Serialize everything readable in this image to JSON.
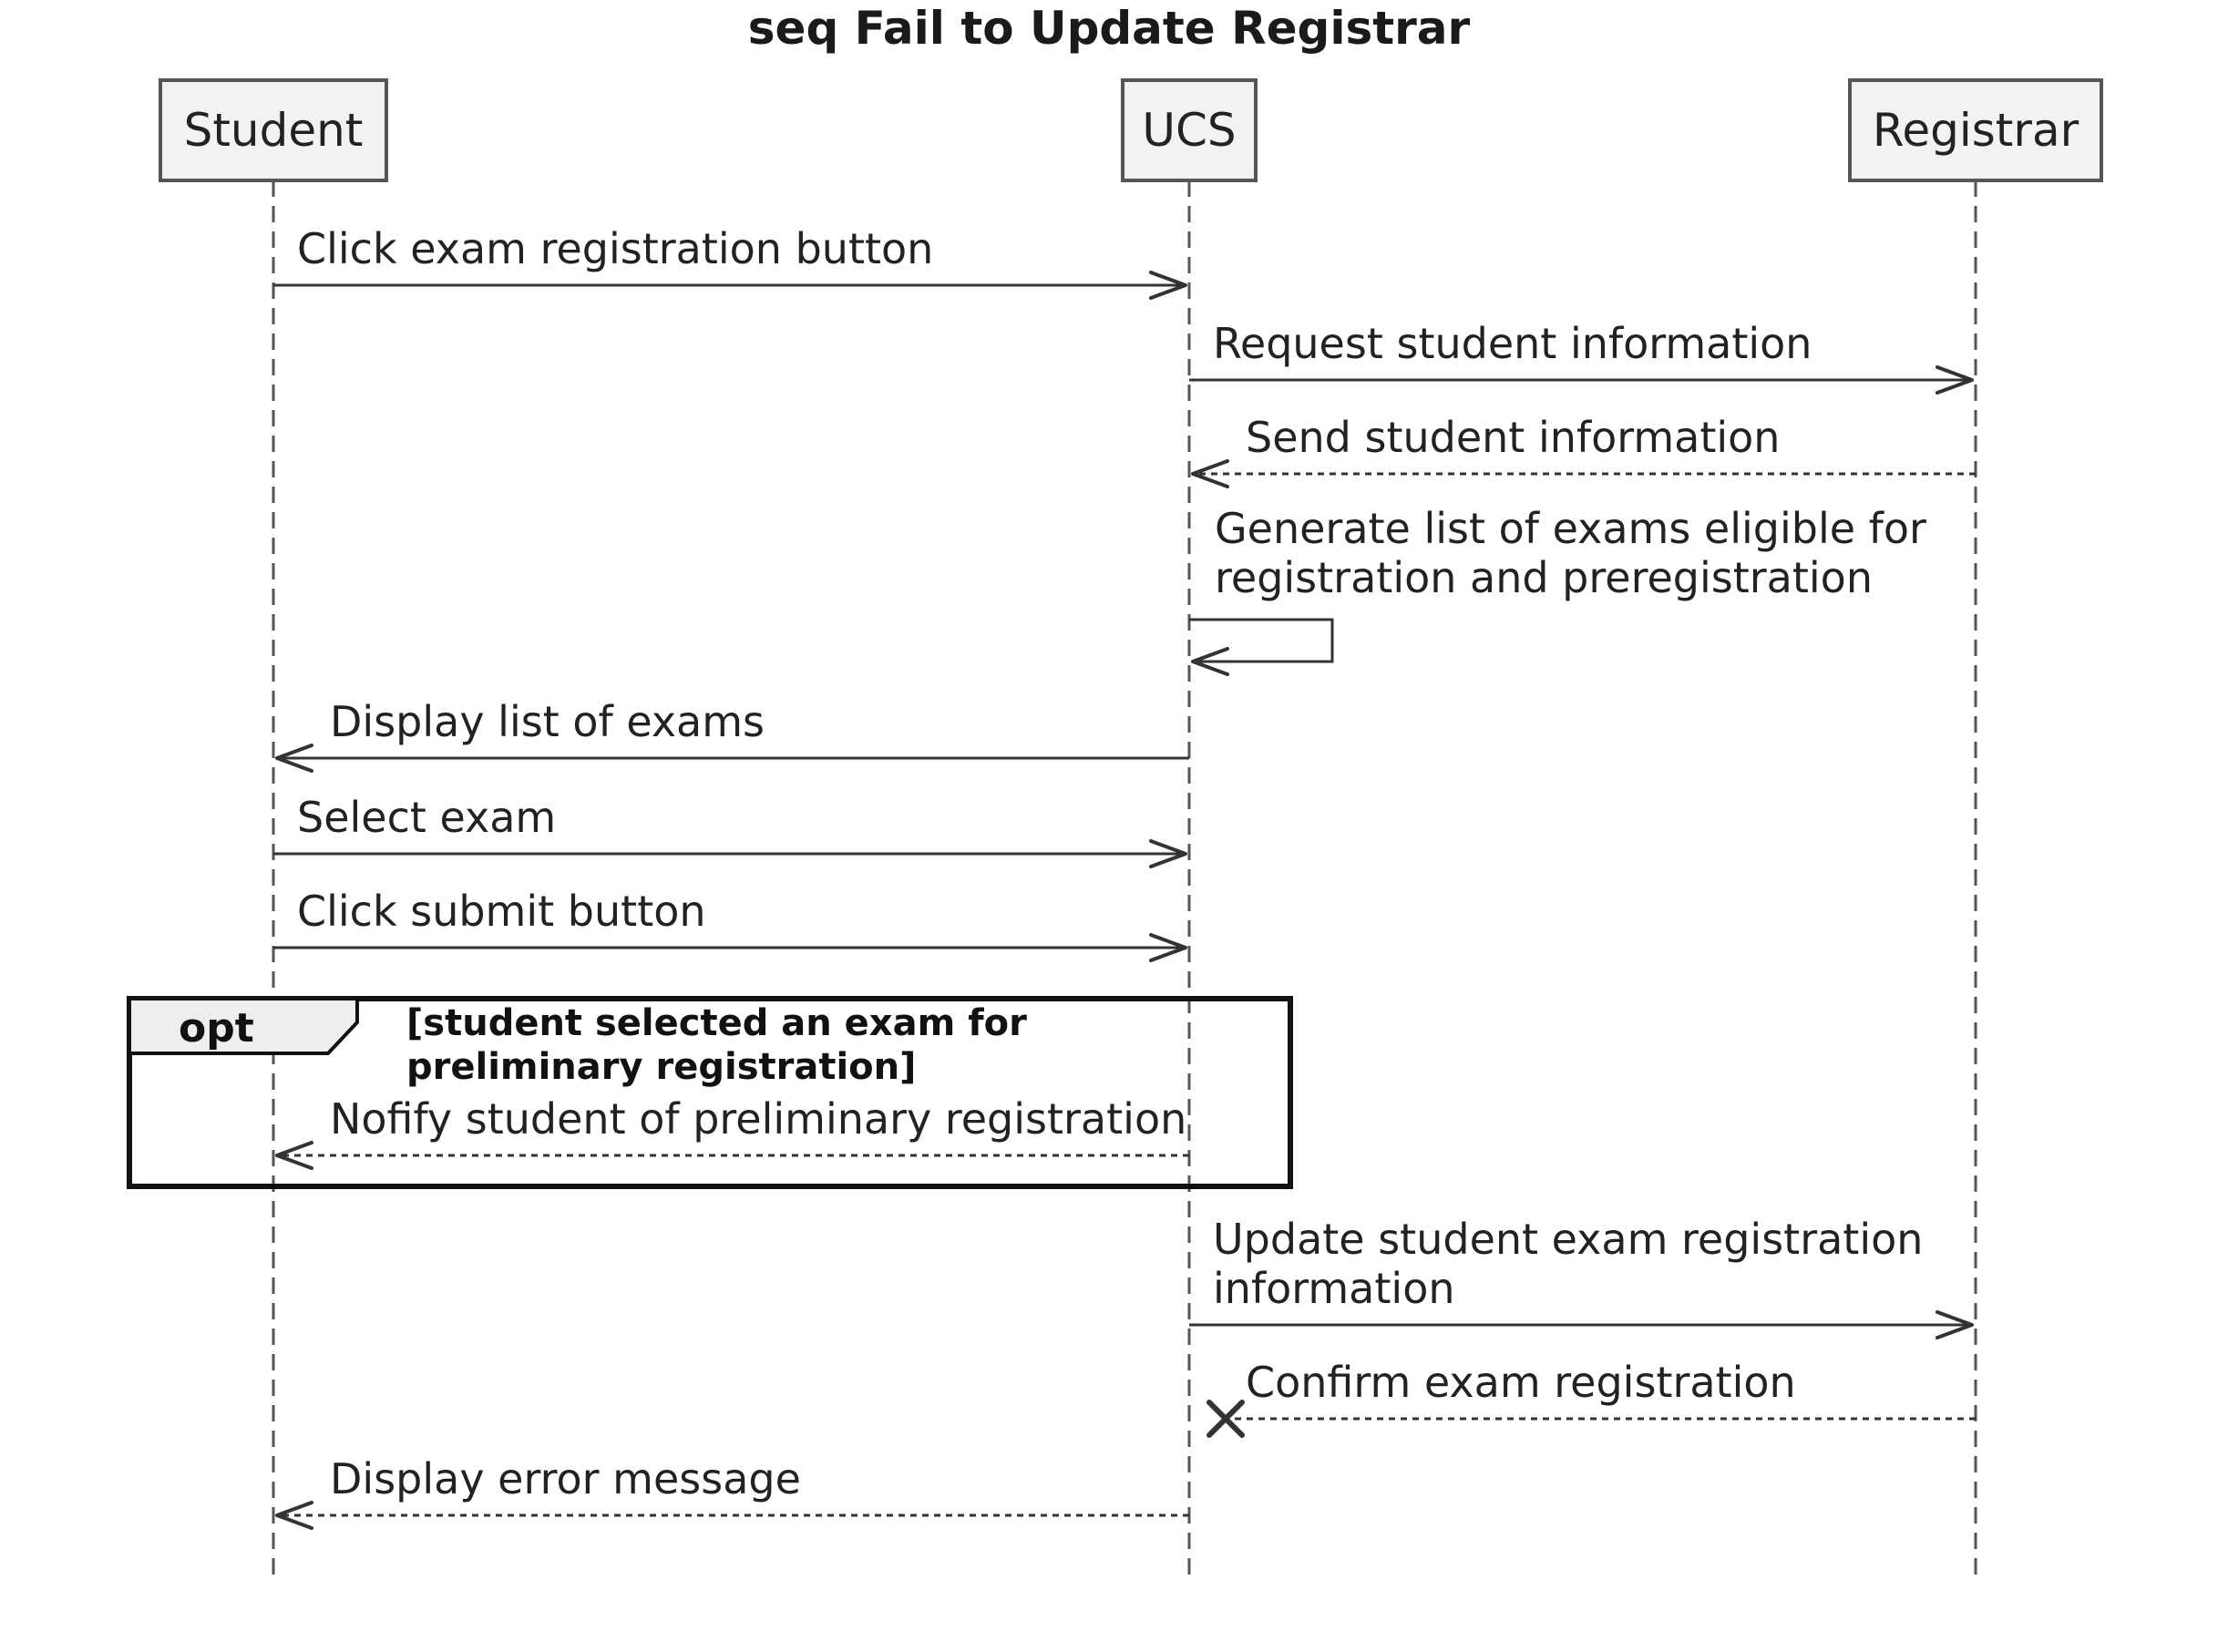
{
  "diagram": {
    "title": "seq Fail to Update Registrar",
    "participants": [
      {
        "id": "student",
        "label": "Student"
      },
      {
        "id": "ucs",
        "label": "UCS"
      },
      {
        "id": "registrar",
        "label": "Registrar"
      }
    ],
    "messages": [
      {
        "from": "student",
        "to": "ucs",
        "style": "solid",
        "lines": [
          "Click exam registration button"
        ]
      },
      {
        "from": "ucs",
        "to": "registrar",
        "style": "solid",
        "lines": [
          "Request student information"
        ]
      },
      {
        "from": "registrar",
        "to": "ucs",
        "style": "dotted",
        "lines": [
          "Send student information"
        ]
      },
      {
        "from": "ucs",
        "to": "ucs",
        "style": "solid",
        "lines": [
          "Generate list of exams eligible for",
          "registration and preregistration"
        ]
      },
      {
        "from": "ucs",
        "to": "student",
        "style": "solid",
        "lines": [
          "Display list of exams"
        ]
      },
      {
        "from": "student",
        "to": "ucs",
        "style": "solid",
        "lines": [
          "Select exam"
        ]
      },
      {
        "from": "student",
        "to": "ucs",
        "style": "solid",
        "lines": [
          "Click submit button"
        ]
      },
      {
        "from": "ucs",
        "to": "student",
        "style": "dotted",
        "lines": [
          "Nofify student of preliminary registration"
        ]
      },
      {
        "from": "ucs",
        "to": "registrar",
        "style": "solid",
        "lines": [
          "Update student exam registration",
          "information"
        ]
      },
      {
        "from": "registrar",
        "to": "ucs",
        "style": "dotted",
        "lost": true,
        "lines": [
          "Confirm exam registration"
        ]
      },
      {
        "from": "ucs",
        "to": "student",
        "style": "dotted",
        "lines": [
          "Display error message"
        ]
      }
    ],
    "fragment": {
      "operator": "opt",
      "guard_lines": [
        "[student selected an exam for",
        "preliminary registration]"
      ]
    }
  }
}
